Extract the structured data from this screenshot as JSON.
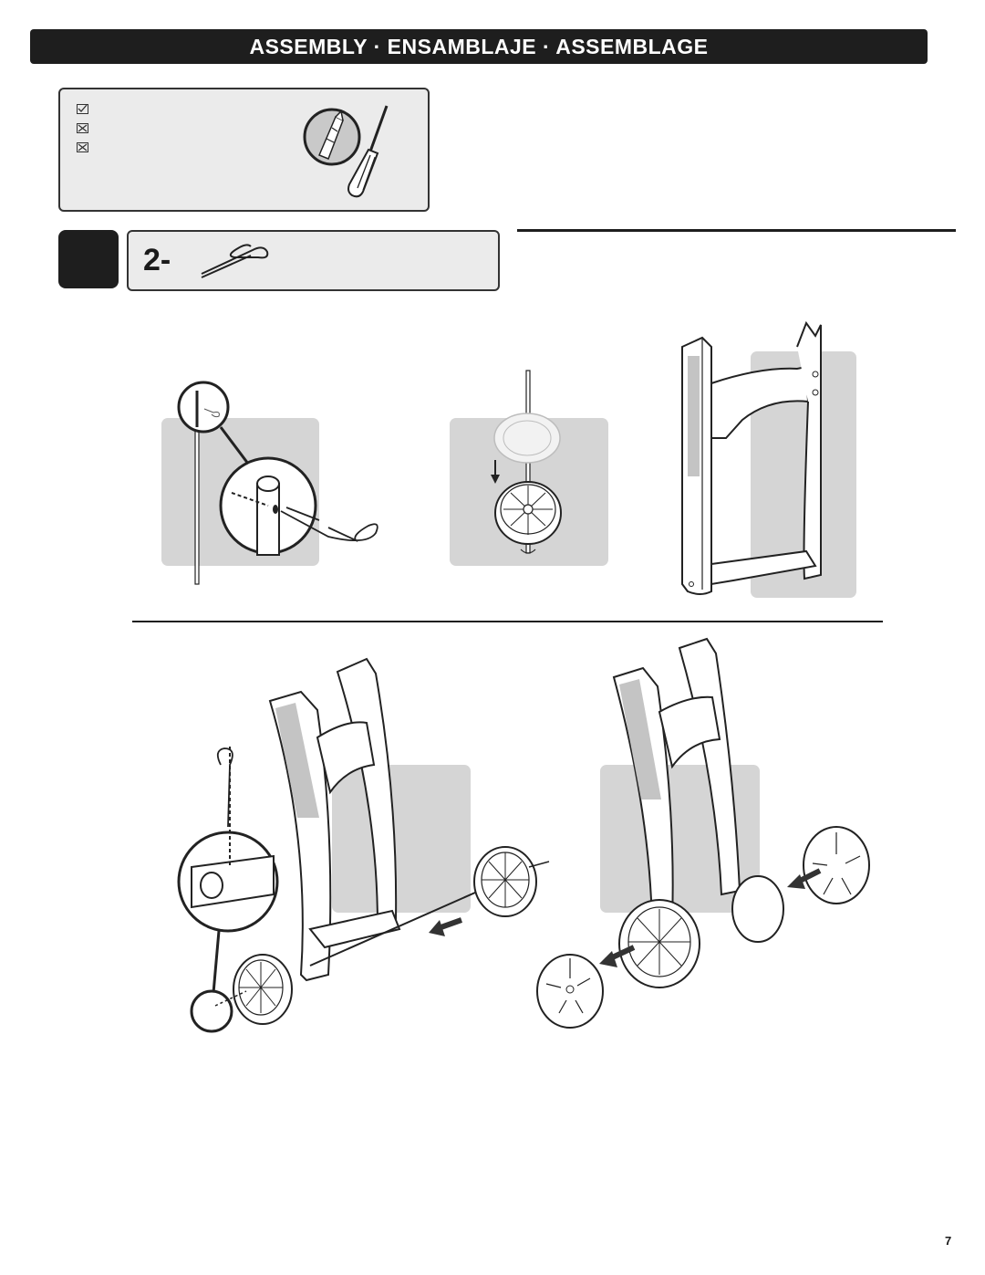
{
  "header": {
    "title": "ASSEMBLY · ENSAMBLAJE · ASSEMBLAGE"
  },
  "tools": {
    "icon": "screwdriver-icon",
    "checkbox_icons": [
      "check-box-icon",
      "check-box-icon",
      "check-box-icon"
    ]
  },
  "parts": {
    "quantity": "2-",
    "icon": "hitch-pin-clip-icon"
  },
  "page": {
    "number": "7"
  },
  "colors": {
    "banner": "#1e1e1e",
    "panel": "#d5d5d5",
    "box_fill": "#ebebeb"
  }
}
